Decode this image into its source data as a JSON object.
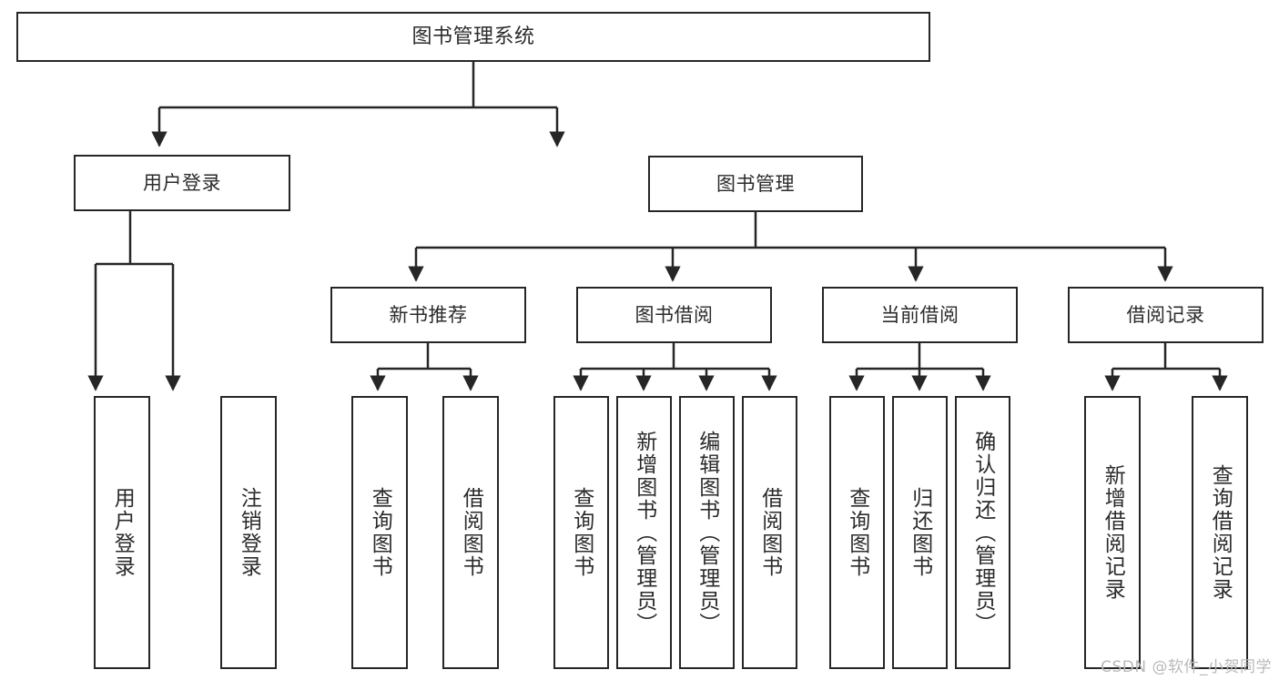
{
  "diagram": {
    "title": "图书管理系统",
    "type": "tree",
    "watermark": "CSDN @软件_小贺同学",
    "colors": {
      "border": "#262626",
      "text": "#2b2b2b",
      "background": "#ffffff",
      "watermark": "#b9b9b9"
    },
    "levels": {
      "root": {
        "label": "图书管理系统"
      },
      "level2": [
        {
          "id": "user-login",
          "label": "用户登录"
        },
        {
          "id": "book-manage",
          "label": "图书管理"
        }
      ],
      "level3": [
        {
          "id": "new-book-recommend",
          "label": "新书推荐",
          "parent": "book-manage"
        },
        {
          "id": "book-borrow",
          "label": "图书借阅",
          "parent": "book-manage"
        },
        {
          "id": "current-borrow",
          "label": "当前借阅",
          "parent": "book-manage"
        },
        {
          "id": "borrow-record",
          "label": "借阅记录",
          "parent": "book-manage"
        }
      ],
      "leaves": [
        {
          "id": "leaf-user-login",
          "label": "用户登录",
          "parent": "user-login"
        },
        {
          "id": "leaf-logout",
          "label": "注销登录",
          "parent": "user-login"
        },
        {
          "id": "leaf-query-book-1",
          "label": "查询图书",
          "parent": "new-book-recommend"
        },
        {
          "id": "leaf-borrow-book-1",
          "label": "借阅图书",
          "parent": "new-book-recommend"
        },
        {
          "id": "leaf-query-book-2",
          "label": "查询图书",
          "parent": "book-borrow"
        },
        {
          "id": "leaf-add-book",
          "label": "新增图书（管理员）",
          "parent": "book-borrow"
        },
        {
          "id": "leaf-edit-book",
          "label": "编辑图书（管理员）",
          "parent": "book-borrow"
        },
        {
          "id": "leaf-borrow-book-2",
          "label": "借阅图书",
          "parent": "book-borrow"
        },
        {
          "id": "leaf-query-book-3",
          "label": "查询图书",
          "parent": "current-borrow"
        },
        {
          "id": "leaf-return-book",
          "label": "归还图书",
          "parent": "current-borrow"
        },
        {
          "id": "leaf-confirm-return",
          "label": "确认归还（管理员）",
          "parent": "current-borrow"
        },
        {
          "id": "leaf-add-record",
          "label": "新增借阅记录",
          "parent": "borrow-record"
        },
        {
          "id": "leaf-query-record",
          "label": "查询借阅记录",
          "parent": "borrow-record"
        }
      ]
    }
  }
}
